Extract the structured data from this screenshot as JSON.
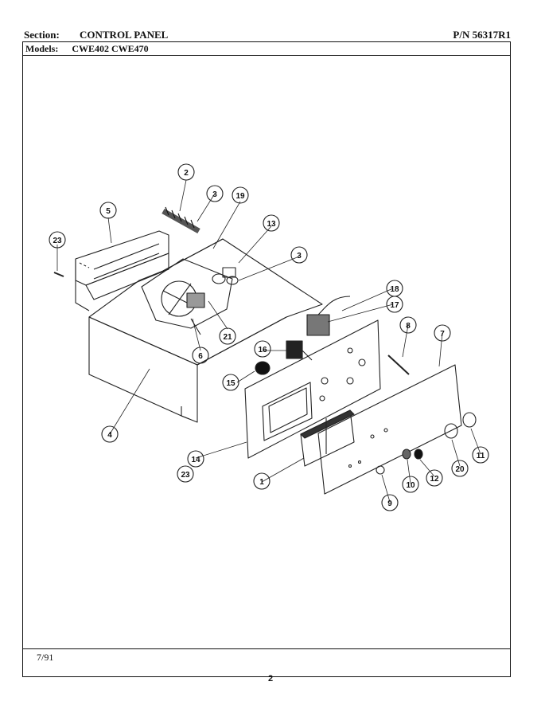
{
  "header": {
    "section_label": "Section:",
    "section_value": "CONTROL PANEL",
    "pn": "P/N 56317R1",
    "models_label": "Models:",
    "models_value": "CWE402  CWE470"
  },
  "footer": {
    "date": "7/91",
    "page_number": "2"
  },
  "callouts": [
    "1",
    "2",
    "3",
    "3",
    "4",
    "5",
    "6",
    "7",
    "8",
    "9",
    "10",
    "11",
    "12",
    "13",
    "14",
    "15",
    "16",
    "17",
    "18",
    "19",
    "20",
    "21",
    "23",
    "23"
  ]
}
